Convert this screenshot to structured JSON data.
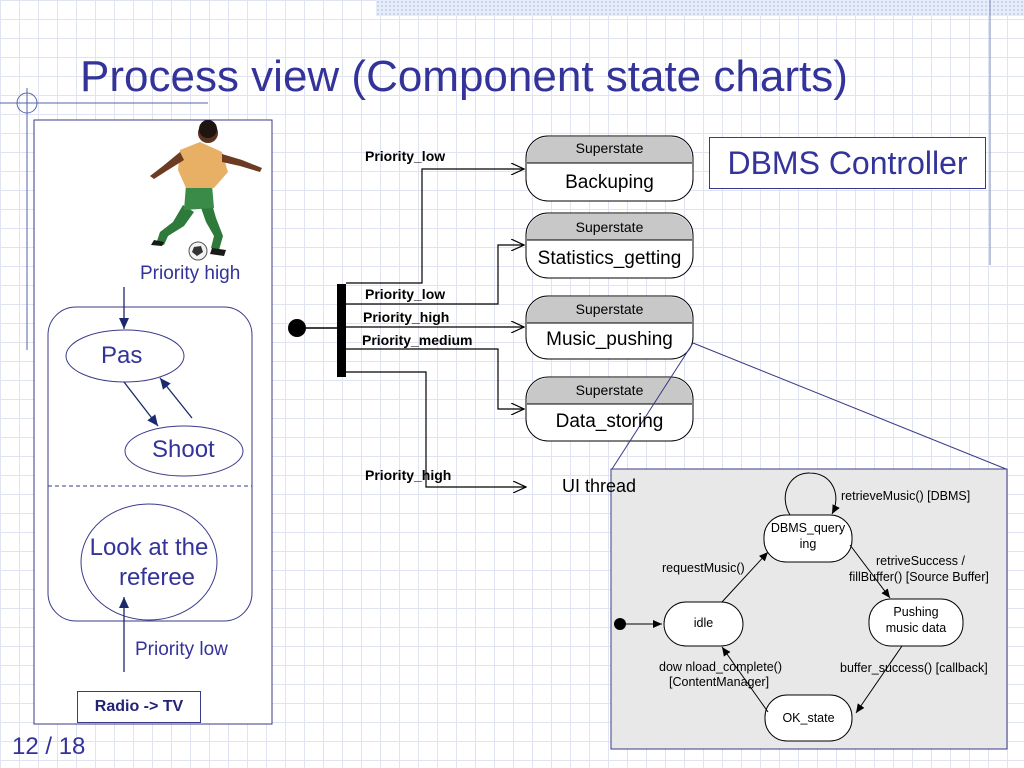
{
  "slide": {
    "title": "Process view (Component state charts)",
    "page_number": "12 / 18"
  },
  "left_panel": {
    "priority_high_label": "Priority high",
    "priority_low_label": "Priority low",
    "states": {
      "pas": "Pas",
      "shoot": "Shoot",
      "look_line1": "Look at the",
      "look_line2": "referee"
    },
    "footer_label": "Radio -> TV"
  },
  "controller": {
    "title": "DBMS Controller",
    "branch_labels": {
      "low_top": "Priority_low",
      "low": "Priority_low",
      "high": "Priority_high",
      "medium": "Priority_medium",
      "high_bottom": "Priority_high"
    },
    "superstates": [
      {
        "header": "Superstate",
        "name": "Backuping"
      },
      {
        "header": "Superstate",
        "name": "Statistics_getting"
      },
      {
        "header": "Superstate",
        "name": "Music_pushing"
      },
      {
        "header": "Superstate",
        "name": "Data_storing"
      }
    ],
    "ui_thread_label": "UI thread"
  },
  "inset": {
    "nodes": {
      "dbms_query_line1": "DBMS_query",
      "dbms_query_line2": "ing",
      "idle": "idle",
      "pushing_line1": "Pushing",
      "pushing_line2": "music data",
      "ok_state": "OK_state"
    },
    "transitions": {
      "self_loop": "retrieveMusic() [DBMS]",
      "request": "requestMusic()",
      "retrive_line1": "retriveSuccess /",
      "retrive_line2": "fillBuffer() [Source Buffer]",
      "buffer_success": "buffer_success() [callback]",
      "download_line1": "dow nload_complete()",
      "download_line2": "[ContentManager]"
    }
  },
  "colors": {
    "slide_text": "#33339a",
    "frame": "#3a3a8a",
    "superstate_header": "#c8c8c8",
    "inset_background": "#e8e8e8"
  }
}
